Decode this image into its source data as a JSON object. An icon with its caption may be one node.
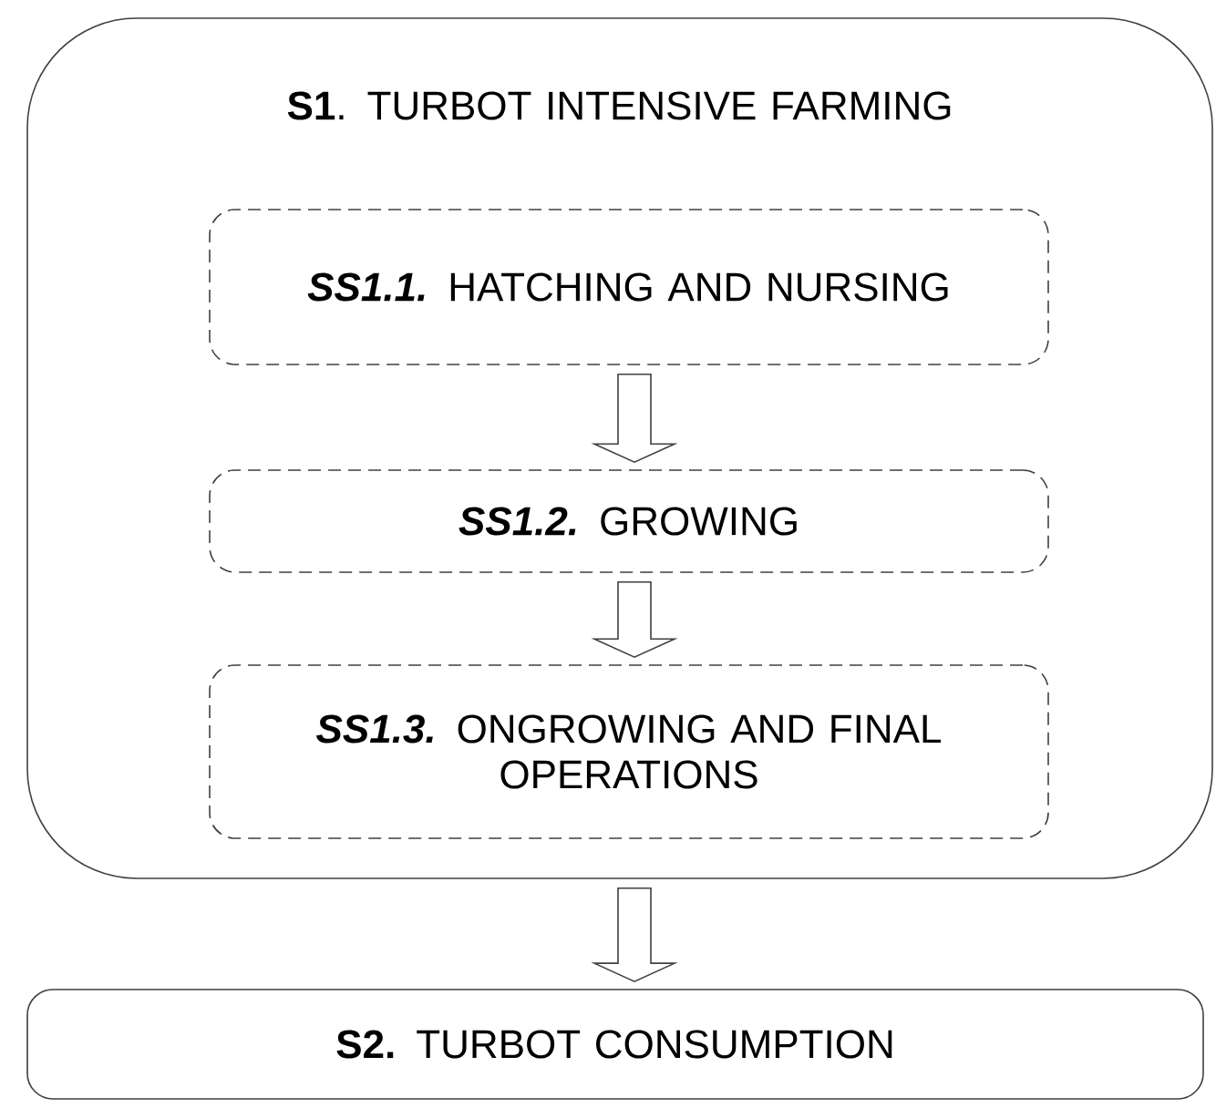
{
  "diagram": {
    "nodes": [
      {
        "text": [
          "**S1**. TURBOT INTENSIVE FARMING"
        ]
      },
      {
        "text": [
          "**SS1.1.** HATCHING AND NURSING"
        ],
        "in": 0
      },
      {
        "text": [
          "**SS1.2.** GROWING"
        ],
        "in": 0
      },
      {
        "text": [
          "**SS1.3.** ONGROWING AND FINAL OPERATIONS"
        ],
        "in": 0
      },
      {
        "text": [
          "**S2.** TURBOT CONSUMPTION"
        ]
      }
    ],
    "edges": [
      {
        "from": 1,
        "to": 2,
        "arrow": "to"
      },
      {
        "from": 2,
        "to": 3,
        "arrow": "to"
      },
      {
        "from": 0,
        "to": 4,
        "arrow": "to"
      }
    ]
  }
}
